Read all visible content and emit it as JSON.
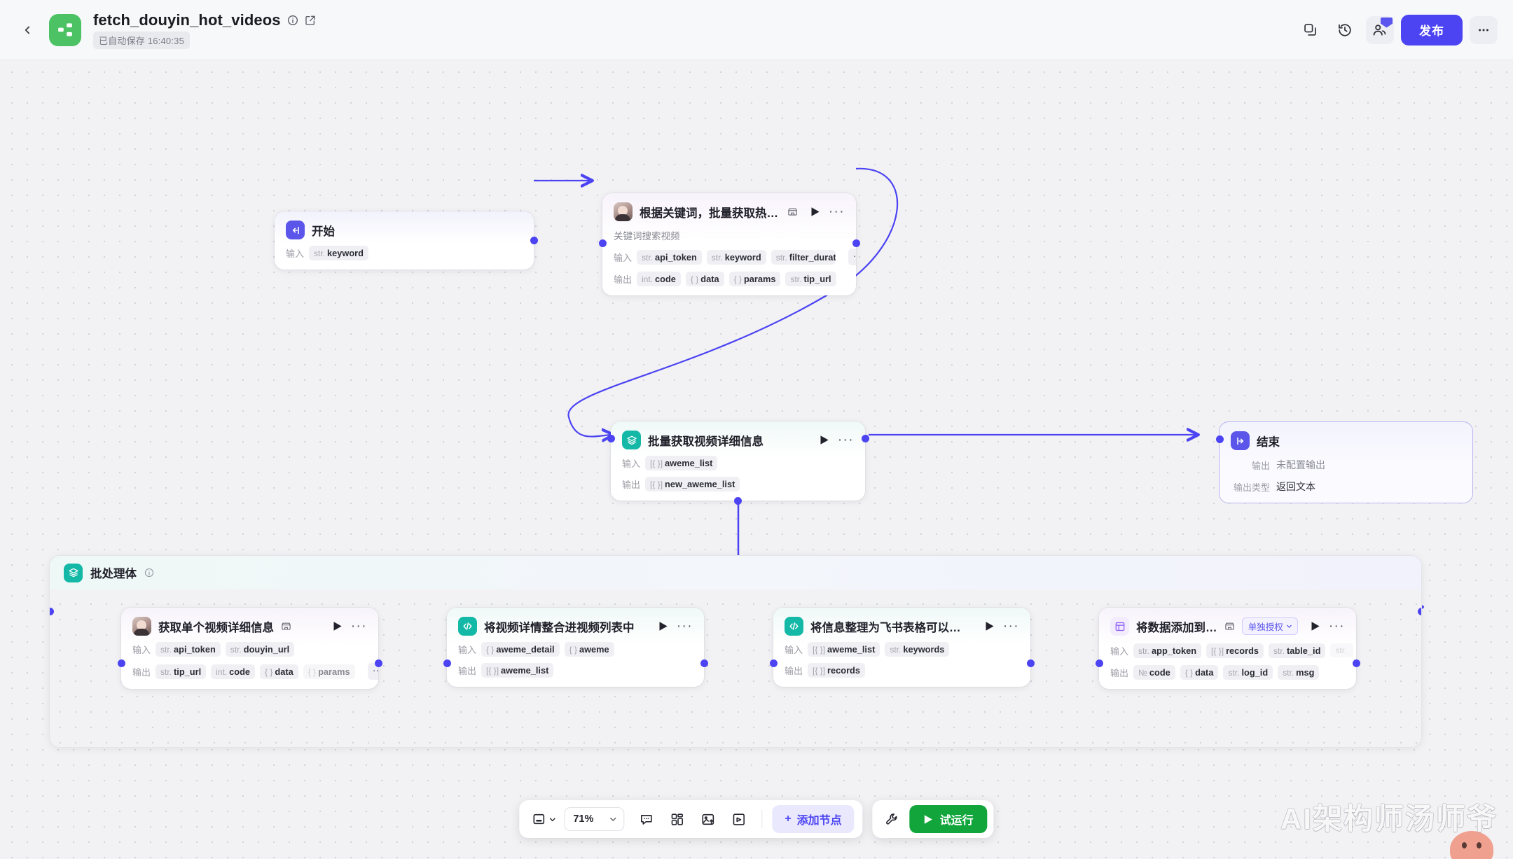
{
  "header": {
    "back_icon": "chevron-left-icon",
    "app_icon": "workflow-logo-icon",
    "title": "fetch_douyin_hot_videos",
    "info_icon": "info-circle-icon",
    "edit_icon": "edit-square-icon",
    "autosave": "已自动保存 16:40:35",
    "duplicate_icon": "copy-icon",
    "history_icon": "history-clock-icon",
    "collaborators_icon": "members-icon",
    "publish_label": "发布",
    "more_icon": "ellipsis-icon",
    "accent": "#4c44f2"
  },
  "nodes": {
    "start": {
      "title": "开始",
      "icon": "start-node-icon",
      "input_label": "输入",
      "inputs": [
        {
          "type": "str.",
          "name": "keyword"
        }
      ]
    },
    "keyword_search": {
      "title": "根据关键词，批量获取热门视频",
      "icon": "plugin-avatar-icon",
      "plugin_icon": "plugin-store-icon",
      "play_icon": "play-icon",
      "more_icon": "ellipsis-icon",
      "subtitle": "关键词搜索视频",
      "input_label": "输入",
      "output_label": "输出",
      "inputs": [
        {
          "type": "str.",
          "name": "api_token"
        },
        {
          "type": "str.",
          "name": "keyword"
        },
        {
          "type": "str.",
          "name": "filter_duration"
        }
      ],
      "input_overflow": "···",
      "outputs": [
        {
          "type": "int.",
          "name": "code"
        },
        {
          "type": "{ }",
          "name": "data"
        },
        {
          "type": "{ }",
          "name": "params"
        },
        {
          "type": "str.",
          "name": "tip_url"
        }
      ]
    },
    "batch_fetch": {
      "title": "批量获取视频详细信息",
      "icon": "layers-icon",
      "play_icon": "play-icon",
      "more_icon": "ellipsis-icon",
      "input_label": "输入",
      "output_label": "输出",
      "inputs": [
        {
          "type": "[{ }]",
          "name": "aweme_list"
        }
      ],
      "outputs": [
        {
          "type": "[{ }]",
          "name": "new_aweme_list"
        }
      ]
    },
    "end": {
      "title": "结束",
      "icon": "end-node-icon",
      "output_label": "输出",
      "output_value": "未配置输出",
      "output_type_label": "输出类型",
      "output_type_value": "返回文本"
    }
  },
  "batch_container": {
    "title": "批处理体",
    "icon": "layers-icon",
    "info_icon": "info-circle-icon",
    "nodes": [
      {
        "title": "获取单个视频详细信息",
        "icon": "plugin-avatar-icon",
        "plugin_icon": "plugin-store-icon",
        "play_icon": "play-icon",
        "more_icon": "ellipsis-icon",
        "input_label": "输入",
        "output_label": "输出",
        "inputs": [
          {
            "type": "str.",
            "name": "api_token"
          },
          {
            "type": "str.",
            "name": "douyin_url"
          }
        ],
        "outputs": [
          {
            "type": "str.",
            "name": "tip_url"
          },
          {
            "type": "int.",
            "name": "code"
          },
          {
            "type": "{ }",
            "name": "data"
          },
          {
            "type": "{ }",
            "name": "params"
          }
        ],
        "output_overflow": "···"
      },
      {
        "title": "将视频详情整合进视频列表中",
        "icon": "code-icon",
        "play_icon": "play-icon",
        "more_icon": "ellipsis-icon",
        "input_label": "输入",
        "output_label": "输出",
        "inputs": [
          {
            "type": "{ }",
            "name": "aweme_detail"
          },
          {
            "type": "{ }",
            "name": "aweme"
          }
        ],
        "outputs": [
          {
            "type": "[{ }]",
            "name": "aweme_list"
          }
        ]
      },
      {
        "title": "将信息整理为飞书表格可以使用…",
        "icon": "code-icon",
        "play_icon": "play-icon",
        "more_icon": "ellipsis-icon",
        "input_label": "输入",
        "output_label": "输出",
        "inputs": [
          {
            "type": "[{ }]",
            "name": "aweme_list"
          },
          {
            "type": "str.",
            "name": "keywords"
          }
        ],
        "outputs": [
          {
            "type": "[{ }]",
            "name": "records"
          }
        ]
      },
      {
        "title": "将数据添加到多维…",
        "icon": "table-icon",
        "plugin_icon": "plugin-store-icon",
        "auth_chip": "单独授权",
        "auth_chevron": "chevron-down-icon",
        "play_icon": "play-icon",
        "more_icon": "ellipsis-icon",
        "input_label": "输入",
        "output_label": "输出",
        "inputs": [
          {
            "type": "str.",
            "name": "app_token"
          },
          {
            "type": "[{ }]",
            "name": "records"
          },
          {
            "type": "str.",
            "name": "table_id"
          },
          {
            "type": "str.",
            "name": ""
          }
        ],
        "input_overflow": "···",
        "outputs": [
          {
            "type": "№",
            "name": "code"
          },
          {
            "type": "{ }",
            "name": "data"
          },
          {
            "type": "str.",
            "name": "log_id"
          },
          {
            "type": "str.",
            "name": "msg"
          }
        ]
      }
    ]
  },
  "toolbar": {
    "screen_icon": "screen-fit-icon",
    "screen_chevron": "chevron-down-icon",
    "zoom_value": "71%",
    "zoom_chevron": "chevron-down-icon",
    "comment_icon": "comment-icon",
    "layout_icon": "auto-layout-icon",
    "image_icon": "image-export-icon",
    "note_icon": "sticky-note-icon",
    "add_node_plus": "+",
    "add_node_label": "添加节点",
    "wrench_icon": "wrench-icon",
    "run_play_icon": "play-icon",
    "run_label": "试运行"
  },
  "watermark": {
    "text": "AI架构师汤师爷"
  }
}
